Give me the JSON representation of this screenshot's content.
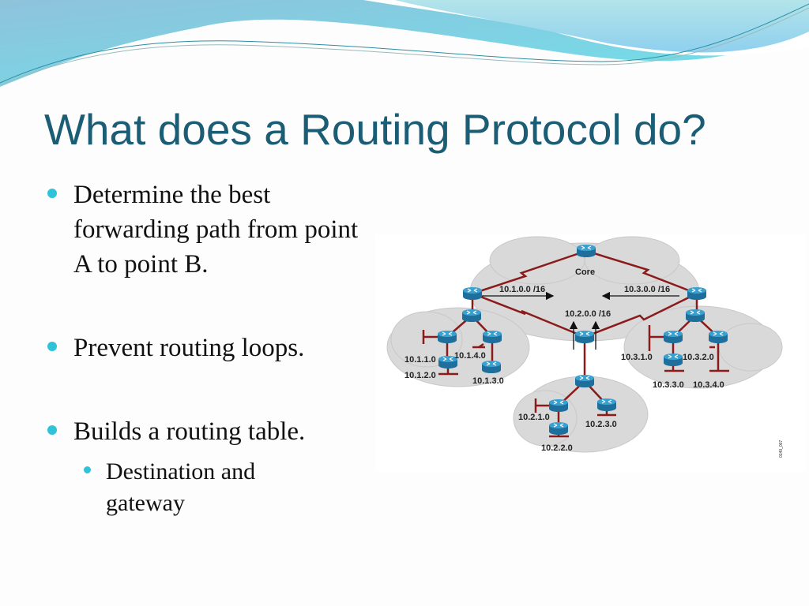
{
  "slide": {
    "title": "What does a Routing Protocol do?",
    "bullets": [
      {
        "text": "Determine the best forwarding path from point A to point B."
      },
      {
        "text": "Prevent routing loops."
      },
      {
        "text": "Builds a routing table.",
        "sub_bullets": [
          "Destination and gateway"
        ]
      }
    ]
  },
  "diagram": {
    "core_label": "Core",
    "summary_routes": [
      "10.1.0.0 /16",
      "10.2.0.0 /16",
      "10.3.0.0 /16"
    ],
    "networks": [
      "10.1.1.0",
      "10.1.2.0",
      "10.1.3.0",
      "10.1.4.0",
      "10.2.1.0",
      "10.2.2.0",
      "10.2.3.0",
      "10.3.1.0",
      "10.3.2.0",
      "10.3.3.0",
      "10.3.4.0"
    ],
    "watermark": "0140_007",
    "colors": {
      "link": "#8b1a1a",
      "router": "#2a86b8",
      "cloud": "#d9d9d9",
      "accent": "#2ec3d8",
      "title": "#1b5d74"
    }
  }
}
